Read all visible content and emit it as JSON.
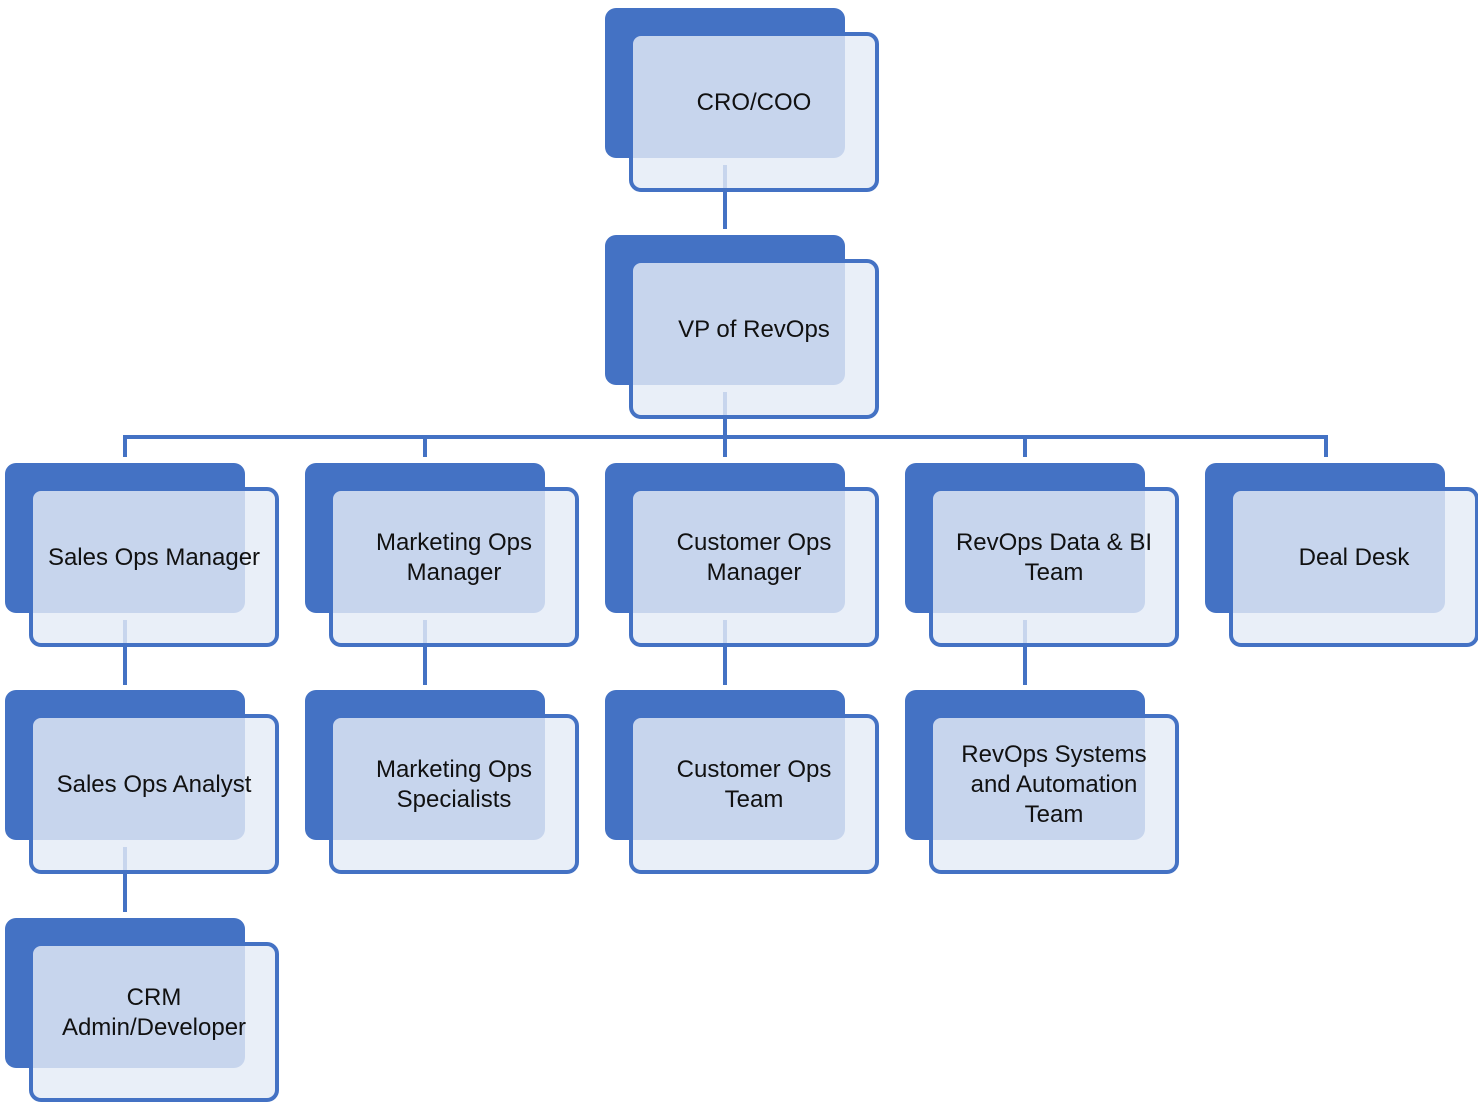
{
  "org_chart": {
    "nodes": {
      "cro_coo": "CRO/COO",
      "vp_revops": "VP of RevOps",
      "sales_ops_manager": "Sales Ops Manager",
      "marketing_ops_manager": "Marketing Ops Manager",
      "customer_ops_manager": "Customer Ops Manager",
      "revops_data_bi_team": "RevOps Data & BI Team",
      "deal_desk": "Deal Desk",
      "sales_ops_analyst": "Sales Ops Analyst",
      "marketing_ops_specialists": "Marketing Ops Specialists",
      "customer_ops_team": "Customer Ops Team",
      "revops_systems_automation_team": "RevOps Systems and Automation Team",
      "crm_admin_developer": "CRM Admin/Developer"
    },
    "hierarchy": [
      {
        "parent": "CRO/COO",
        "child": "VP of RevOps"
      },
      {
        "parent": "VP of RevOps",
        "child": "Sales Ops Manager"
      },
      {
        "parent": "VP of RevOps",
        "child": "Marketing Ops Manager"
      },
      {
        "parent": "VP of RevOps",
        "child": "Customer Ops Manager"
      },
      {
        "parent": "VP of RevOps",
        "child": "RevOps Data & BI Team"
      },
      {
        "parent": "VP of RevOps",
        "child": "Deal Desk"
      },
      {
        "parent": "Sales Ops Manager",
        "child": "Sales Ops Analyst"
      },
      {
        "parent": "Sales Ops Analyst",
        "child": "CRM Admin/Developer"
      },
      {
        "parent": "Marketing Ops Manager",
        "child": "Marketing Ops Specialists"
      },
      {
        "parent": "Customer Ops Manager",
        "child": "Customer Ops Team"
      },
      {
        "parent": "RevOps Data & BI Team",
        "child": "RevOps Systems and Automation Team"
      }
    ]
  },
  "colors": {
    "primary_blue": "#4472c4",
    "card_fill": "#e4ebf7",
    "text": "#111111"
  }
}
